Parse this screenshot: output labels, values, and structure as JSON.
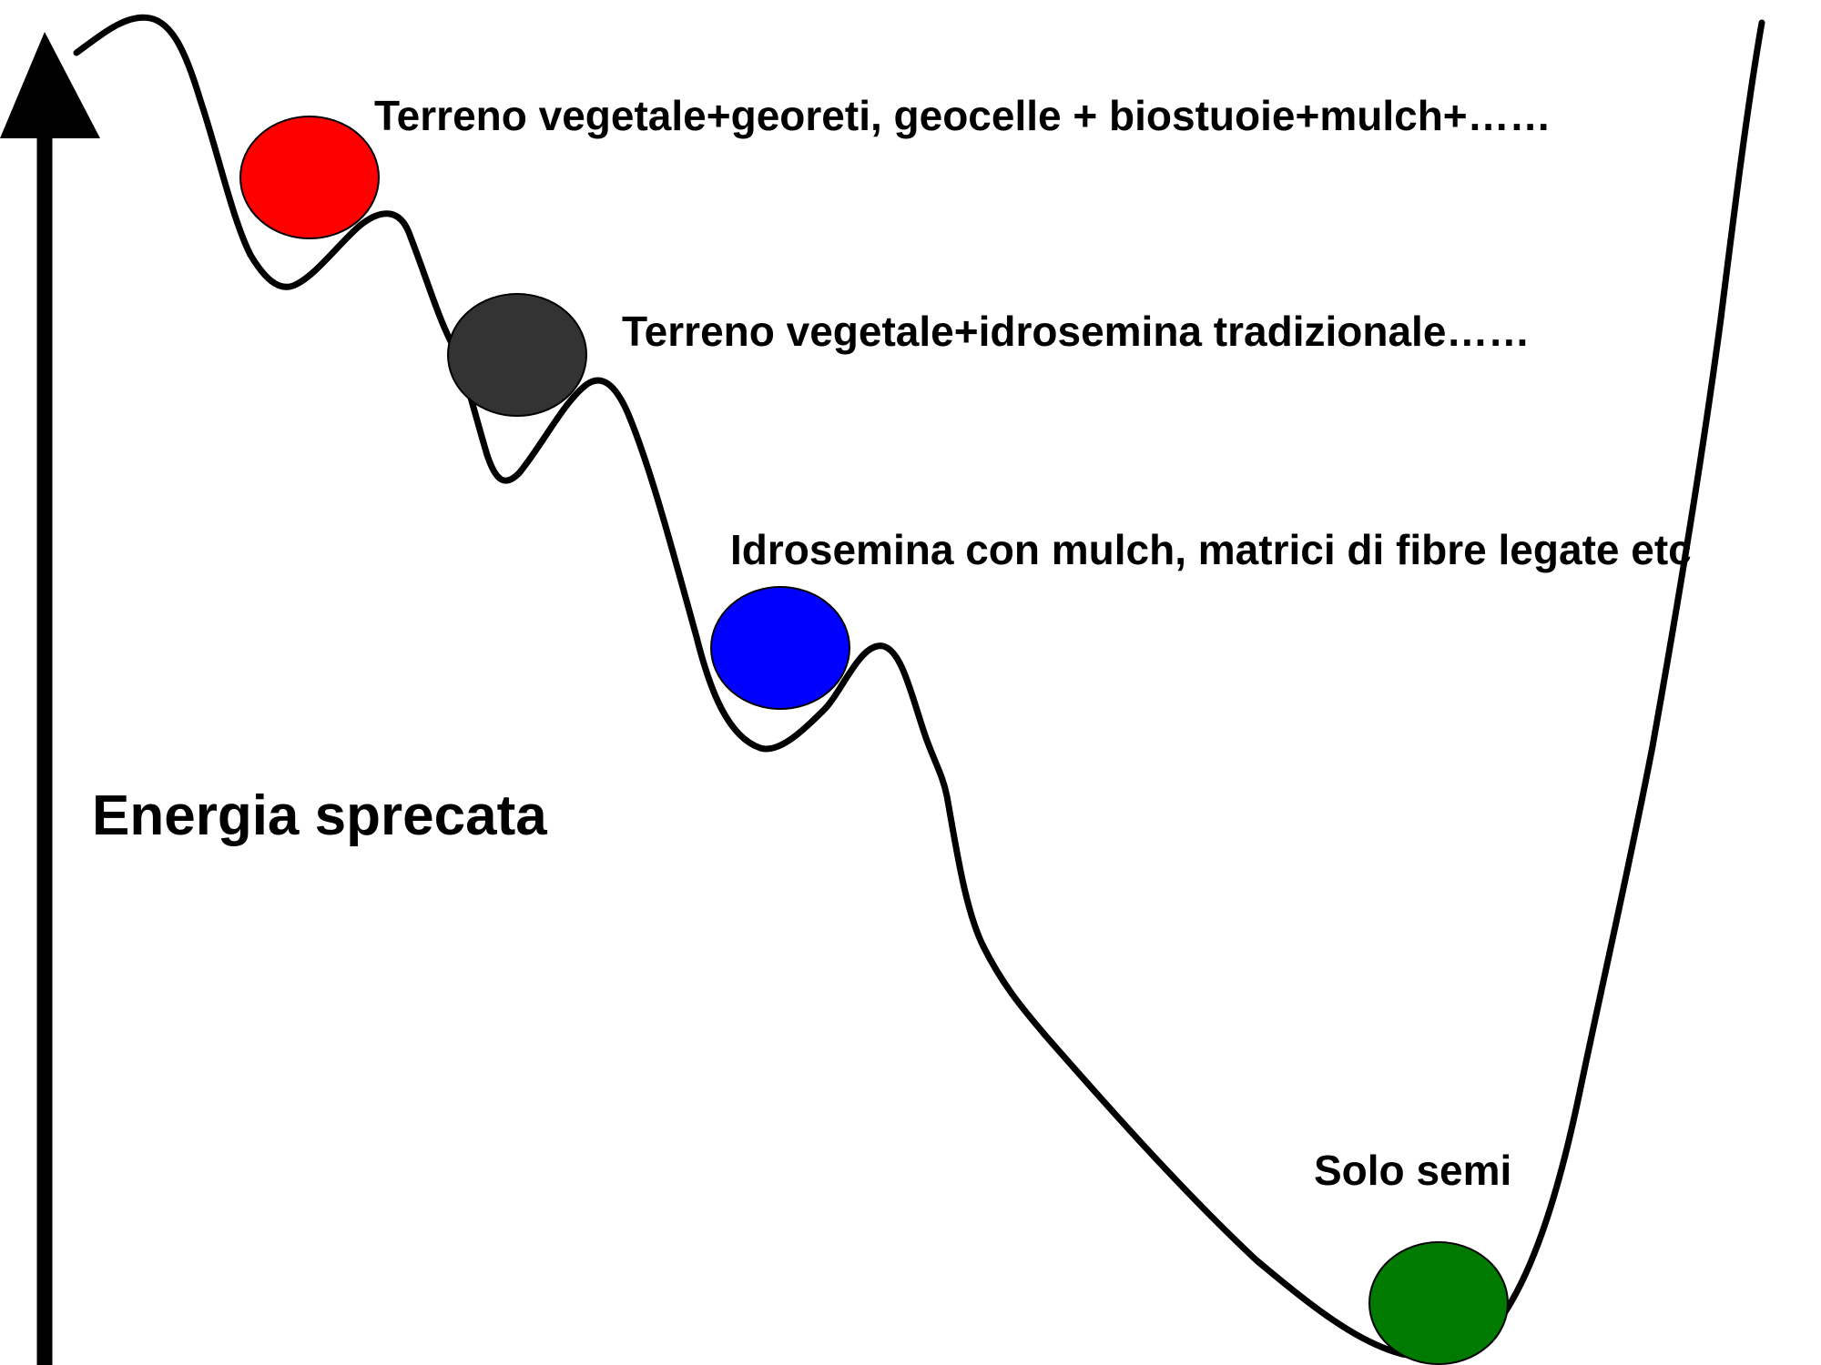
{
  "axis": {
    "label": "Energia sprecata"
  },
  "states": [
    {
      "label": "Terreno vegetale+georeti, geocelle + biostuoie+mulch+……",
      "color": "#ff0000"
    },
    {
      "label": "Terreno vegetale+idrosemina tradizionale……",
      "color": "#333333"
    },
    {
      "label": "Idrosemina con mulch, matrici di fibre legate etc",
      "color": "#0000ff"
    },
    {
      "label": "Solo semi",
      "color": "#007a00"
    }
  ],
  "colors": {
    "line": "#000000",
    "background": "#ffffff"
  }
}
